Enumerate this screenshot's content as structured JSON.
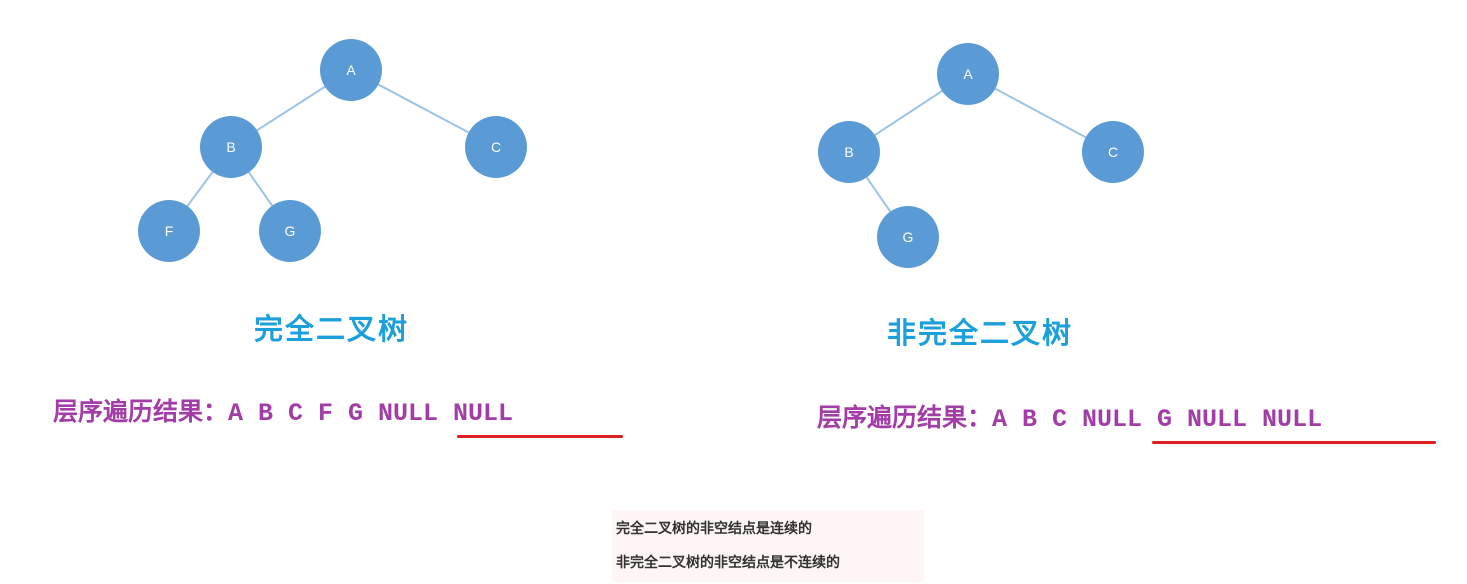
{
  "colors": {
    "node_fill": "#5b9bd5",
    "edge": "#9dc3e6",
    "title": "#1ca0dc",
    "traversal_text": "#a23ca6",
    "underline": "#e02020"
  },
  "left_tree": {
    "title": "完全二叉树",
    "nodes": [
      {
        "id": "A",
        "label": "A"
      },
      {
        "id": "B",
        "label": "B"
      },
      {
        "id": "C",
        "label": "C"
      },
      {
        "id": "F",
        "label": "F"
      },
      {
        "id": "G",
        "label": "G"
      }
    ],
    "edges": [
      [
        "A",
        "B"
      ],
      [
        "A",
        "C"
      ],
      [
        "B",
        "F"
      ],
      [
        "B",
        "G"
      ]
    ],
    "traversal_prefix": "层序遍历结果：",
    "traversal_sequence": "A B C F G NULL NULL"
  },
  "right_tree": {
    "title": "非完全二叉树",
    "nodes": [
      {
        "id": "A",
        "label": "A"
      },
      {
        "id": "B",
        "label": "B"
      },
      {
        "id": "C",
        "label": "C"
      },
      {
        "id": "G",
        "label": "G"
      }
    ],
    "edges": [
      [
        "A",
        "B"
      ],
      [
        "A",
        "C"
      ],
      [
        "B",
        "G"
      ]
    ],
    "traversal_prefix": "层序遍历结果：",
    "traversal_sequence": "A B C NULL G NULL NULL"
  },
  "note": {
    "line1": "完全二叉树的非空结点是连续的",
    "line2": "非完全二叉树的非空结点是不连续的"
  }
}
